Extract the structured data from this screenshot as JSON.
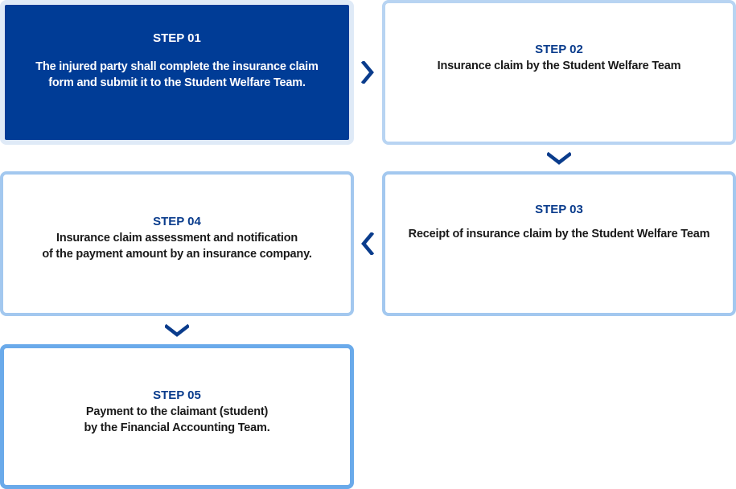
{
  "steps": [
    {
      "label": "STEP 01",
      "text": "The injured party shall complete the insurance claim\nform and submit it to the Student Welfare Team."
    },
    {
      "label": "STEP 02",
      "text": "Insurance claim by the Student Welfare Team"
    },
    {
      "label": "STEP 03",
      "text": "Receipt of insurance claim by the Student Welfare Team"
    },
    {
      "label": "STEP 04",
      "text": "Insurance claim assessment and notification\nof the payment amount by an insurance company."
    },
    {
      "label": "STEP 05",
      "text": "Payment to the claimant (student)\nby the Financial Accounting Team."
    }
  ],
  "colors": {
    "active_fill": "#003c96",
    "step_label": "#0a3c8c",
    "arrow": "#0a3c8c"
  },
  "icons": {
    "arrow_right": "chevron-right-icon",
    "arrow_down": "chevron-down-icon",
    "arrow_left": "chevron-left-icon"
  }
}
